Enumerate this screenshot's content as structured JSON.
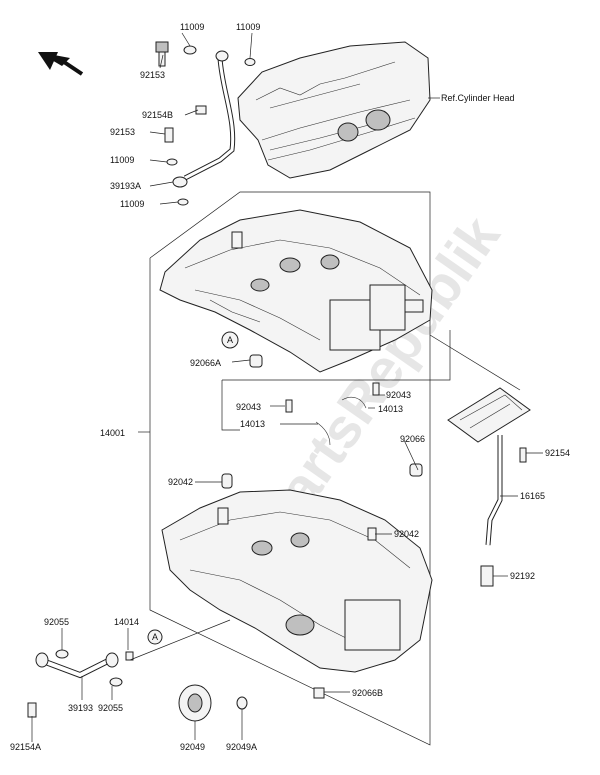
{
  "reference": "Ref.Cylinder Head",
  "watermark": "PartsRepublik",
  "callout_marker": "A",
  "labels": {
    "p11009_a": "11009",
    "p11009_b": "11009",
    "p92153_a": "92153",
    "p92154b": "92154B",
    "p92153_b": "92153",
    "p11009_c": "11009",
    "p39193a": "39193A",
    "p11009_d": "11009",
    "p92066a": "92066A",
    "p92043_a": "92043",
    "p92043_b": "92043",
    "p14013_a": "14013",
    "p14013_b": "14013",
    "p14001": "14001",
    "p92066": "92066",
    "p92042_a": "92042",
    "p92154": "92154",
    "p16165": "16165",
    "p92042_b": "92042",
    "p92192": "92192",
    "p92055_a": "92055",
    "p14014": "14014",
    "p92055_b": "92055",
    "p39193": "39193",
    "p92154a": "92154A",
    "p92049": "92049",
    "p92049a": "92049A",
    "p92066b": "92066B"
  }
}
